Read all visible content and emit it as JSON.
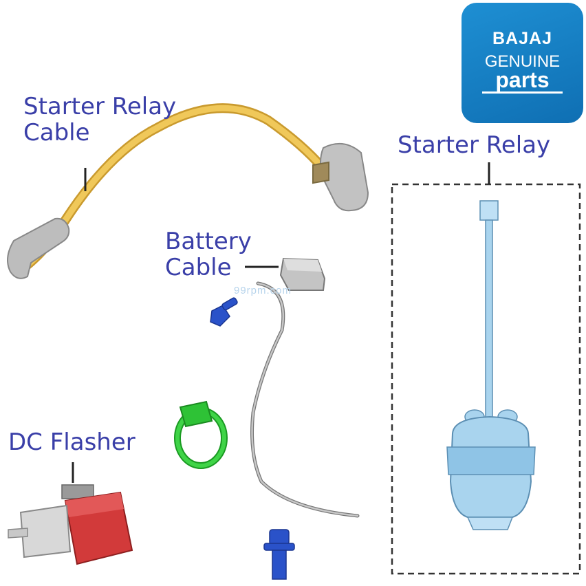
{
  "labels": {
    "starter_relay_cable": "Starter Relay\nCable",
    "starter_relay": "Starter Relay",
    "battery_cable": "Battery\nCable",
    "dc_flasher": "DC Flasher"
  },
  "logo": {
    "brand": "BAJAJ",
    "line1": "GENUINE",
    "line2": "parts"
  },
  "watermark": "99rpm.com",
  "colors": {
    "label_text": "#3a3fa8",
    "logo_bg": "#1479c4",
    "relay_cable": "#e8b64a",
    "relay_body": "#a9d4ee",
    "flasher": "#d23a3a",
    "clip": "#22c22a",
    "bolts": "#2a52c9"
  }
}
